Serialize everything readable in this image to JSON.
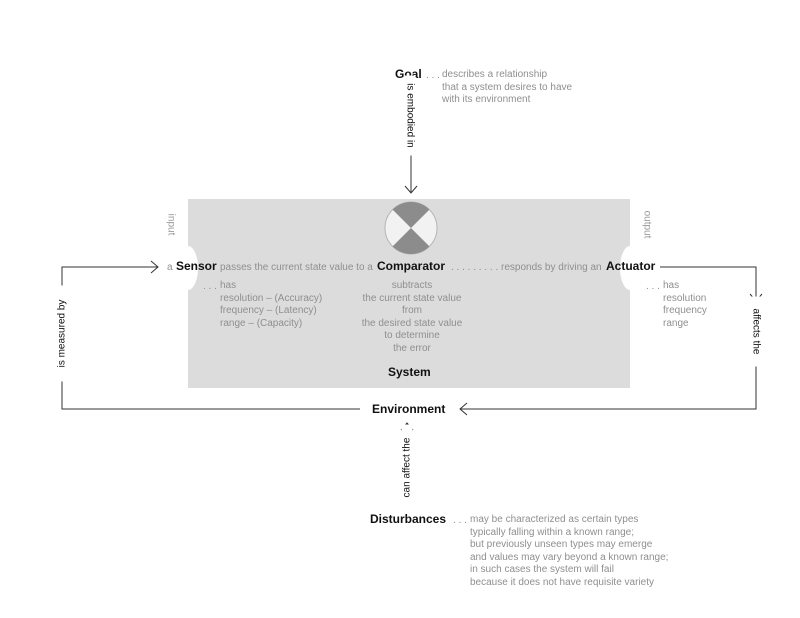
{
  "colors": {
    "system_box": "#dcdcdc",
    "line": "#333333",
    "label_dark": "#111111",
    "label_gray": "#8f8f8f",
    "comparator_dark": "#8c8c8c",
    "comparator_light": "#f2f2f2"
  },
  "goal": {
    "label": "Goal",
    "dots": ". . .",
    "description": [
      "describes a relationship",
      "that a system desires to have",
      "with its environment"
    ],
    "edge_label": "is embodied in"
  },
  "system": {
    "label": "System",
    "input_label": "input",
    "output_label": "output"
  },
  "sensor": {
    "article": "a",
    "label": "Sensor",
    "relation": "passes the current state value to a",
    "dots": ". . .",
    "has": "has",
    "properties": [
      "resolution – (Accuracy)",
      "frequency – (Latency)",
      "range – (Capacity)"
    ]
  },
  "comparator": {
    "label": "Comparator",
    "dots": ". . . . . . . . .",
    "relation": "responds by driving an",
    "description": [
      "subtracts",
      "the current state value",
      "from",
      "the desired state value",
      "to determine",
      "the error"
    ]
  },
  "actuator": {
    "label": "Actuator",
    "dots": ". . .",
    "has": "has",
    "properties": [
      "resolution",
      "frequency",
      "range"
    ],
    "edge_label": "affects the"
  },
  "environment": {
    "label": "Environment",
    "edge_label": "is measured by"
  },
  "disturbances": {
    "label": "Disturbances",
    "dots": ". . .",
    "edge_label": "can affect the",
    "description": [
      "may be characterized as certain types",
      "typically falling within a known range;",
      "but previously unseen types may emerge",
      "and values may vary beyond a known range;",
      "in such cases the system will fail",
      "because it does not have requisite variety"
    ]
  }
}
